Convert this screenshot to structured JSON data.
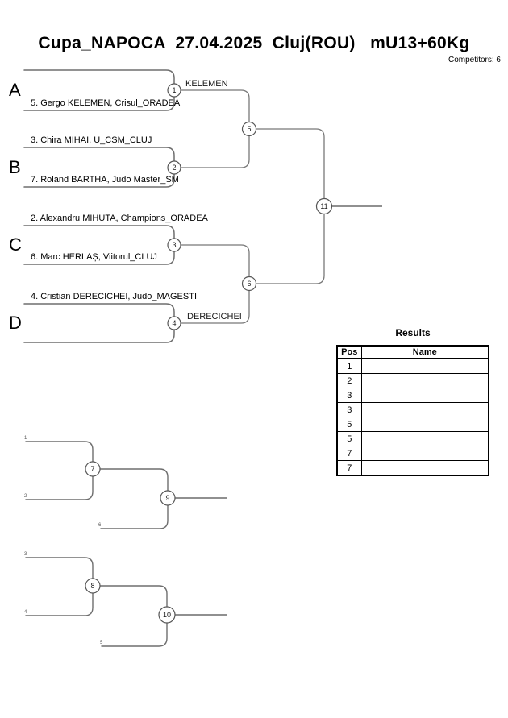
{
  "header": {
    "title": "Cupa_NAPOCA  27.04.2025  Cluj(ROU)   mU13+60Kg",
    "competitors_label": "Competitors: 6"
  },
  "main_bracket": {
    "groups": [
      {
        "letter": "A",
        "top_player": "",
        "bottom_player": "5. Gergo KELEMEN, Crisul_ORADEA",
        "match_no": "1",
        "winner_label": "KELEMEN"
      },
      {
        "letter": "B",
        "top_player": "3. Chira MIHAI, U_CSM_CLUJ",
        "bottom_player": "7. Roland BARTHA, Judo Master_SM",
        "match_no": "2",
        "winner_label": ""
      },
      {
        "letter": "C",
        "top_player": "2. Alexandru MIHUTA, Champions_ORADEA",
        "bottom_player": "6. Marc HERLAȘ, Viitorul_CLUJ",
        "match_no": "3",
        "winner_label": ""
      },
      {
        "letter": "D",
        "top_player": "4. Cristian DERECICHEI, Judo_MAGESTI",
        "bottom_player": "",
        "match_no": "4",
        "winner_label": "DERECICHEI"
      }
    ],
    "semifinal_match_numbers": [
      "5",
      "6"
    ],
    "final_match_number": "11"
  },
  "repechage": {
    "bracket1": {
      "seed_top": "1",
      "seed_bottom": "2",
      "seed_third": "6",
      "first_match_no": "7",
      "second_match_no": "9"
    },
    "bracket2": {
      "seed_top": "3",
      "seed_bottom": "4",
      "seed_third": "5",
      "first_match_no": "8",
      "second_match_no": "10"
    }
  },
  "results": {
    "title": "Results",
    "columns": {
      "pos": "Pos",
      "name": "Name"
    },
    "rows": [
      {
        "pos": "1",
        "name": ""
      },
      {
        "pos": "2",
        "name": ""
      },
      {
        "pos": "3",
        "name": ""
      },
      {
        "pos": "3",
        "name": ""
      },
      {
        "pos": "5",
        "name": ""
      },
      {
        "pos": "5",
        "name": ""
      },
      {
        "pos": "7",
        "name": ""
      },
      {
        "pos": "7",
        "name": ""
      }
    ]
  }
}
